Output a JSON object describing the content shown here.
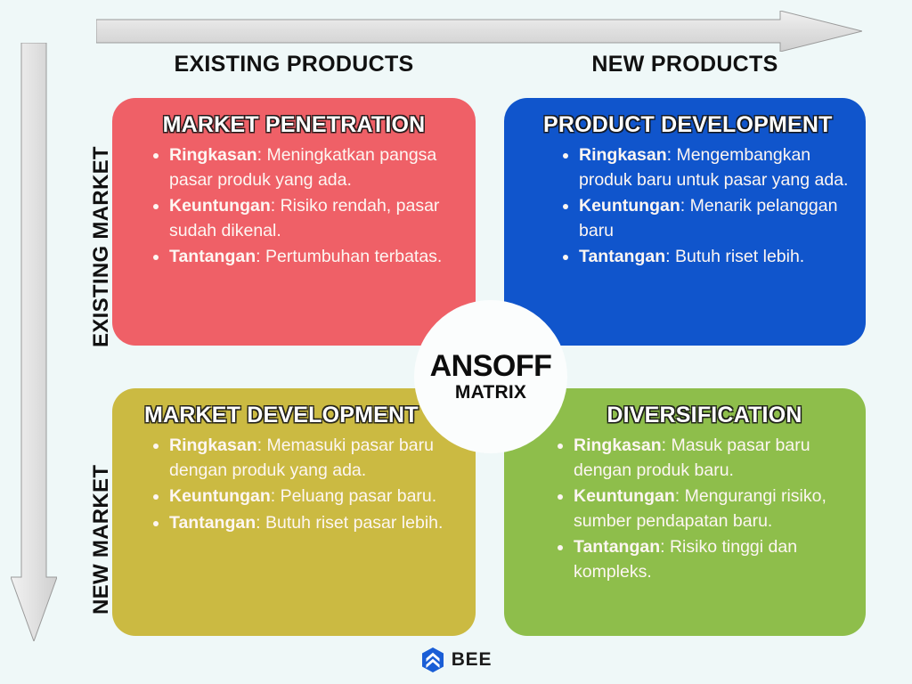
{
  "axes": {
    "horizontal_arrow": "right-arrow",
    "vertical_arrow": "down-arrow",
    "columns": [
      {
        "label": "EXISTING PRODUCTS"
      },
      {
        "label": "NEW PRODUCTS"
      }
    ],
    "rows": [
      {
        "label": "EXISTING MARKET"
      },
      {
        "label": "NEW MARKET"
      }
    ]
  },
  "center": {
    "title": "ANSOFF",
    "subtitle": "MATRIX"
  },
  "quadrants": [
    {
      "id": "market-penetration",
      "title": "MARKET PENETRATION",
      "color": "#ef6067",
      "items": [
        {
          "label": "Ringkasan",
          "text": ": Meningkatkan pangsa pasar produk yang ada."
        },
        {
          "label": "Keuntungan",
          "text": ": Risiko rendah, pasar sudah dikenal."
        },
        {
          "label": "Tantangan",
          "text": ": Pertumbuhan terbatas."
        }
      ]
    },
    {
      "id": "product-development",
      "title": "PRODUCT DEVELOPMENT",
      "color": "#1055cc",
      "items": [
        {
          "label": "Ringkasan",
          "text": ": Mengembangkan produk baru untuk pasar yang ada."
        },
        {
          "label": "Keuntungan",
          "text": ": Menarik pelanggan baru"
        },
        {
          "label": "Tantangan",
          "text": ": Butuh riset lebih."
        }
      ]
    },
    {
      "id": "market-development",
      "title": "MARKET DEVELOPMENT",
      "color": "#cbba42",
      "items": [
        {
          "label": "Ringkasan",
          "text": ": Memasuki pasar baru dengan produk yang ada."
        },
        {
          "label": "Keuntungan",
          "text": ": Peluang pasar baru."
        },
        {
          "label": "Tantangan",
          "text": ": Butuh riset pasar lebih."
        }
      ]
    },
    {
      "id": "diversification",
      "title": "DIVERSIFICATION",
      "color": "#8ebe4b",
      "items": [
        {
          "label": "Ringkasan",
          "text": ": Masuk pasar baru dengan produk baru."
        },
        {
          "label": "Keuntungan",
          "text": ": Mengurangi risiko, sumber pendapatan baru."
        },
        {
          "label": "Tantangan",
          "text": ": Risiko tinggi dan kompleks."
        }
      ]
    }
  ],
  "footer": {
    "brand_name": "BEE",
    "brand_icon": "hexagon-shield-chevron-icon",
    "brand_color": "#1a5ed6"
  },
  "theme": {
    "background": "#eff8f8",
    "text_dark": "#111111",
    "text_light": "#fdf6f2",
    "arrow_fill": "#e8e8e8"
  }
}
